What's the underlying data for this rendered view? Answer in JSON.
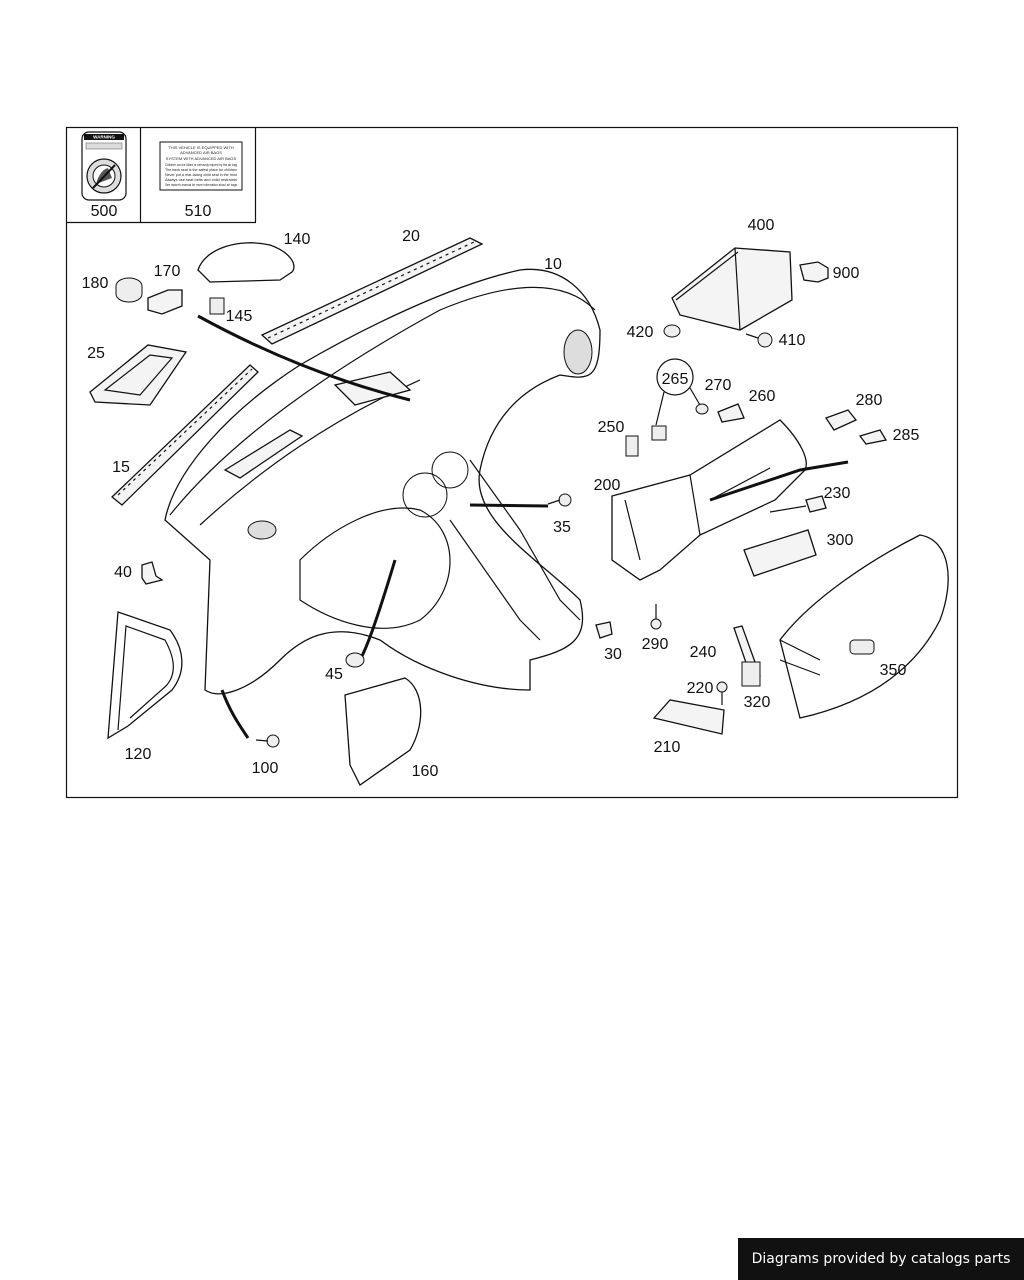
{
  "callouts": {
    "c10": "10",
    "c15": "15",
    "c20": "20",
    "c25": "25",
    "c30": "30",
    "c35": "35",
    "c40": "40",
    "c45": "45",
    "c100": "100",
    "c120": "120",
    "c140": "140",
    "c145": "145",
    "c160": "160",
    "c170": "170",
    "c180": "180",
    "c200": "200",
    "c210": "210",
    "c220": "220",
    "c230": "230",
    "c240": "240",
    "c250": "250",
    "c260": "260",
    "c265": "265",
    "c270": "270",
    "c280": "280",
    "c285": "285",
    "c290": "290",
    "c300": "300",
    "c320": "320",
    "c350": "350",
    "c400": "400",
    "c410": "410",
    "c420": "420",
    "c500": "500",
    "c510": "510",
    "c900": "900"
  },
  "label_500": {
    "header": "WARNING"
  },
  "label_510": {
    "line1": "THIS VEHICLE IS EQUIPPED WITH",
    "line2": "ADVANCED AIR BAGS",
    "line3": "SYSTEM WITH ADVANCED AIR BAGS",
    "bullets": [
      "Children can be killed or seriously injured by the air bag",
      "The back seat is the safest place for children",
      "Never put a rear-facing child seat in the front",
      "Always use seat belts and child restraints",
      "See owner's manual for more information about air bags"
    ]
  },
  "footer": {
    "text": "Diagrams provided by catalogs parts"
  }
}
